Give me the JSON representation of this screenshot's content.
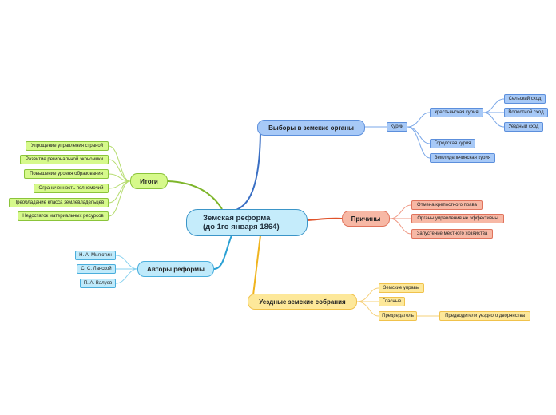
{
  "root": {
    "line1": "Земская реформа",
    "line2": "(до 1го января 1864)"
  },
  "elections": {
    "title": "Выборы в земские органы",
    "curiae": "Курии",
    "peasant": "крестьянская курия",
    "peasant_items": [
      "Сельский сход",
      "Волостной сход",
      "Уездный сход"
    ],
    "urban": "Городская курия",
    "landowner": "Землидельчинская курия"
  },
  "results": {
    "title": "Итоги",
    "items": [
      "Упрощение управления страной",
      "Развитие региональной экономики",
      "Повышение уровня образования",
      "Ограниченность полномочий",
      "Преобладание класса землевладельцев",
      "Недостаток материальных ресурсов"
    ]
  },
  "reasons": {
    "title": "Причины",
    "items": [
      "Отмена крепостного права",
      "Органы управления не эффективны",
      "Запустение местного хозяйства"
    ]
  },
  "authors": {
    "title": "Авторы реформы",
    "items": [
      "Н. А. Милютин",
      "С. С. Ланской",
      "П. А. Валуев"
    ]
  },
  "assemblies": {
    "title": "Уездные земские собрания",
    "items": [
      "Земские управы",
      "Гласные",
      "Председатель"
    ],
    "chairman_detail": "Предводители уездного дворянства"
  },
  "colors": {
    "elections": "#3a6fc4",
    "results": "#7db52a",
    "reasons": "#e0532b",
    "authors": "#2aa0d4",
    "assemblies": "#f0b41e"
  }
}
